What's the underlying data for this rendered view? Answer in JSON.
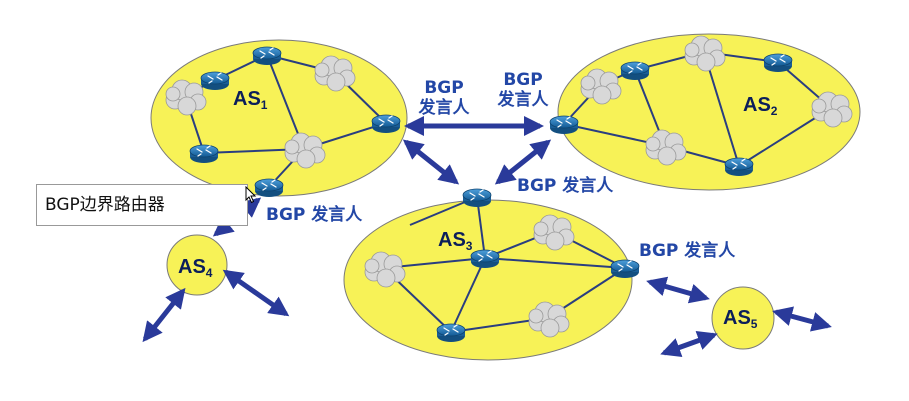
{
  "labels": {
    "speaker_top_left_line1": "BGP",
    "speaker_top_left_line2": "发言人",
    "speaker_top_right_line1": "BGP",
    "speaker_top_right_line2": "发言人",
    "speaker_middle": "BGP 发言人",
    "speaker_left": "BGP 发言人",
    "speaker_right": "BGP 发言人"
  },
  "as_labels": {
    "as1": {
      "base": "AS",
      "sub": "1"
    },
    "as2": {
      "base": "AS",
      "sub": "2"
    },
    "as3": {
      "base": "AS",
      "sub": "3"
    },
    "as4": {
      "base": "AS",
      "sub": "4"
    },
    "as5": {
      "base": "AS",
      "sub": "5"
    }
  },
  "tooltip": {
    "text": "BGP边界路由器"
  },
  "colors": {
    "as_fill": "#f7f257",
    "as_stroke": "#7a7a7a",
    "link": "#2a3e80",
    "arrow": "#2a3a9a",
    "router_body": "#1f6fb0",
    "cloud": "#d8d8d8",
    "label": "#2347a6"
  }
}
